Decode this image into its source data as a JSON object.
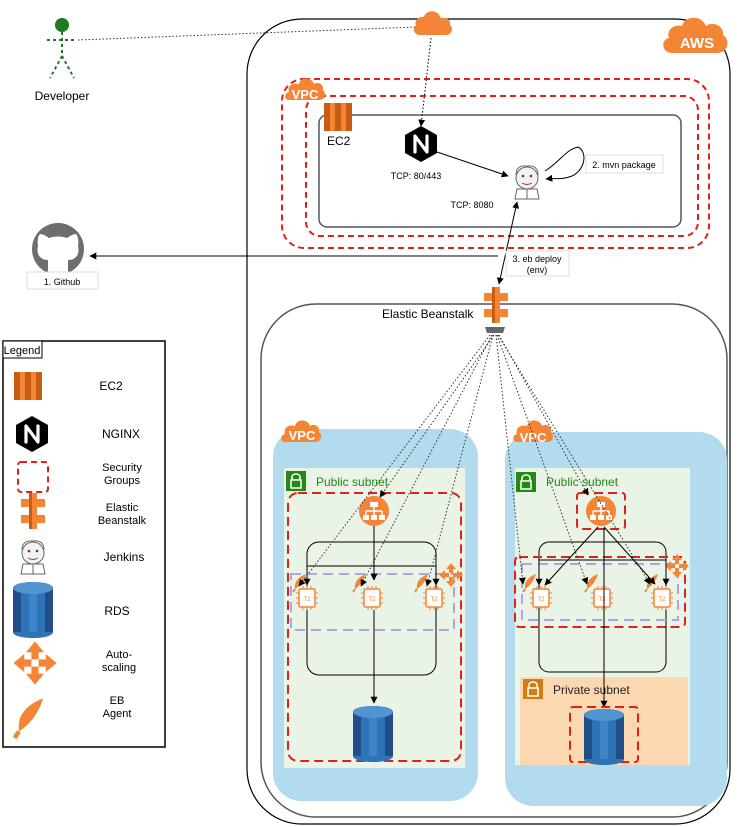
{
  "actors": {
    "developer": "Developer"
  },
  "aws": {
    "badge": "AWS"
  },
  "vpc": {
    "badge": "VPC"
  },
  "ec2": {
    "label": "EC2"
  },
  "nginx": {
    "port_label": "TCP: 80/443"
  },
  "jenkins": {
    "port_label": "TCP: 8080"
  },
  "steps": {
    "github": "1. Github",
    "mvn": "2. mvn package",
    "deploy_line1": "3. eb deploy",
    "deploy_line2": "(env)"
  },
  "beanstalk": {
    "title": "Elastic Beanstalk"
  },
  "subnets": {
    "public": "Public subnet",
    "private": "Private subnet"
  },
  "instance": {
    "type": "T2"
  },
  "legend": {
    "title": "Legend",
    "items": [
      {
        "icon": "ec2-icon",
        "label": "EC2"
      },
      {
        "icon": "nginx-icon",
        "label": "NGINX"
      },
      {
        "icon": "security-group-icon",
        "label": "Security\nGroups"
      },
      {
        "icon": "elastic-beanstalk-icon",
        "label": "Elastic\nBeanstalk"
      },
      {
        "icon": "jenkins-icon",
        "label": "Jenkins"
      },
      {
        "icon": "rds-icon",
        "label": "RDS"
      },
      {
        "icon": "autoscaling-icon",
        "label": "Auto-\nscaling"
      },
      {
        "icon": "eb-agent-icon",
        "label": "EB\nAgent"
      }
    ]
  },
  "colors": {
    "aws_orange": "#f58536",
    "security_red": "#e0201b",
    "vpc_blue": "#b2dbee",
    "subnet_green": "#e9f3e6",
    "subnet_green_dark": "#248814",
    "private_orange": "#fbd8b0",
    "rds_blue": "#2e73b8",
    "asg_lilac": "#a8a8e6"
  }
}
